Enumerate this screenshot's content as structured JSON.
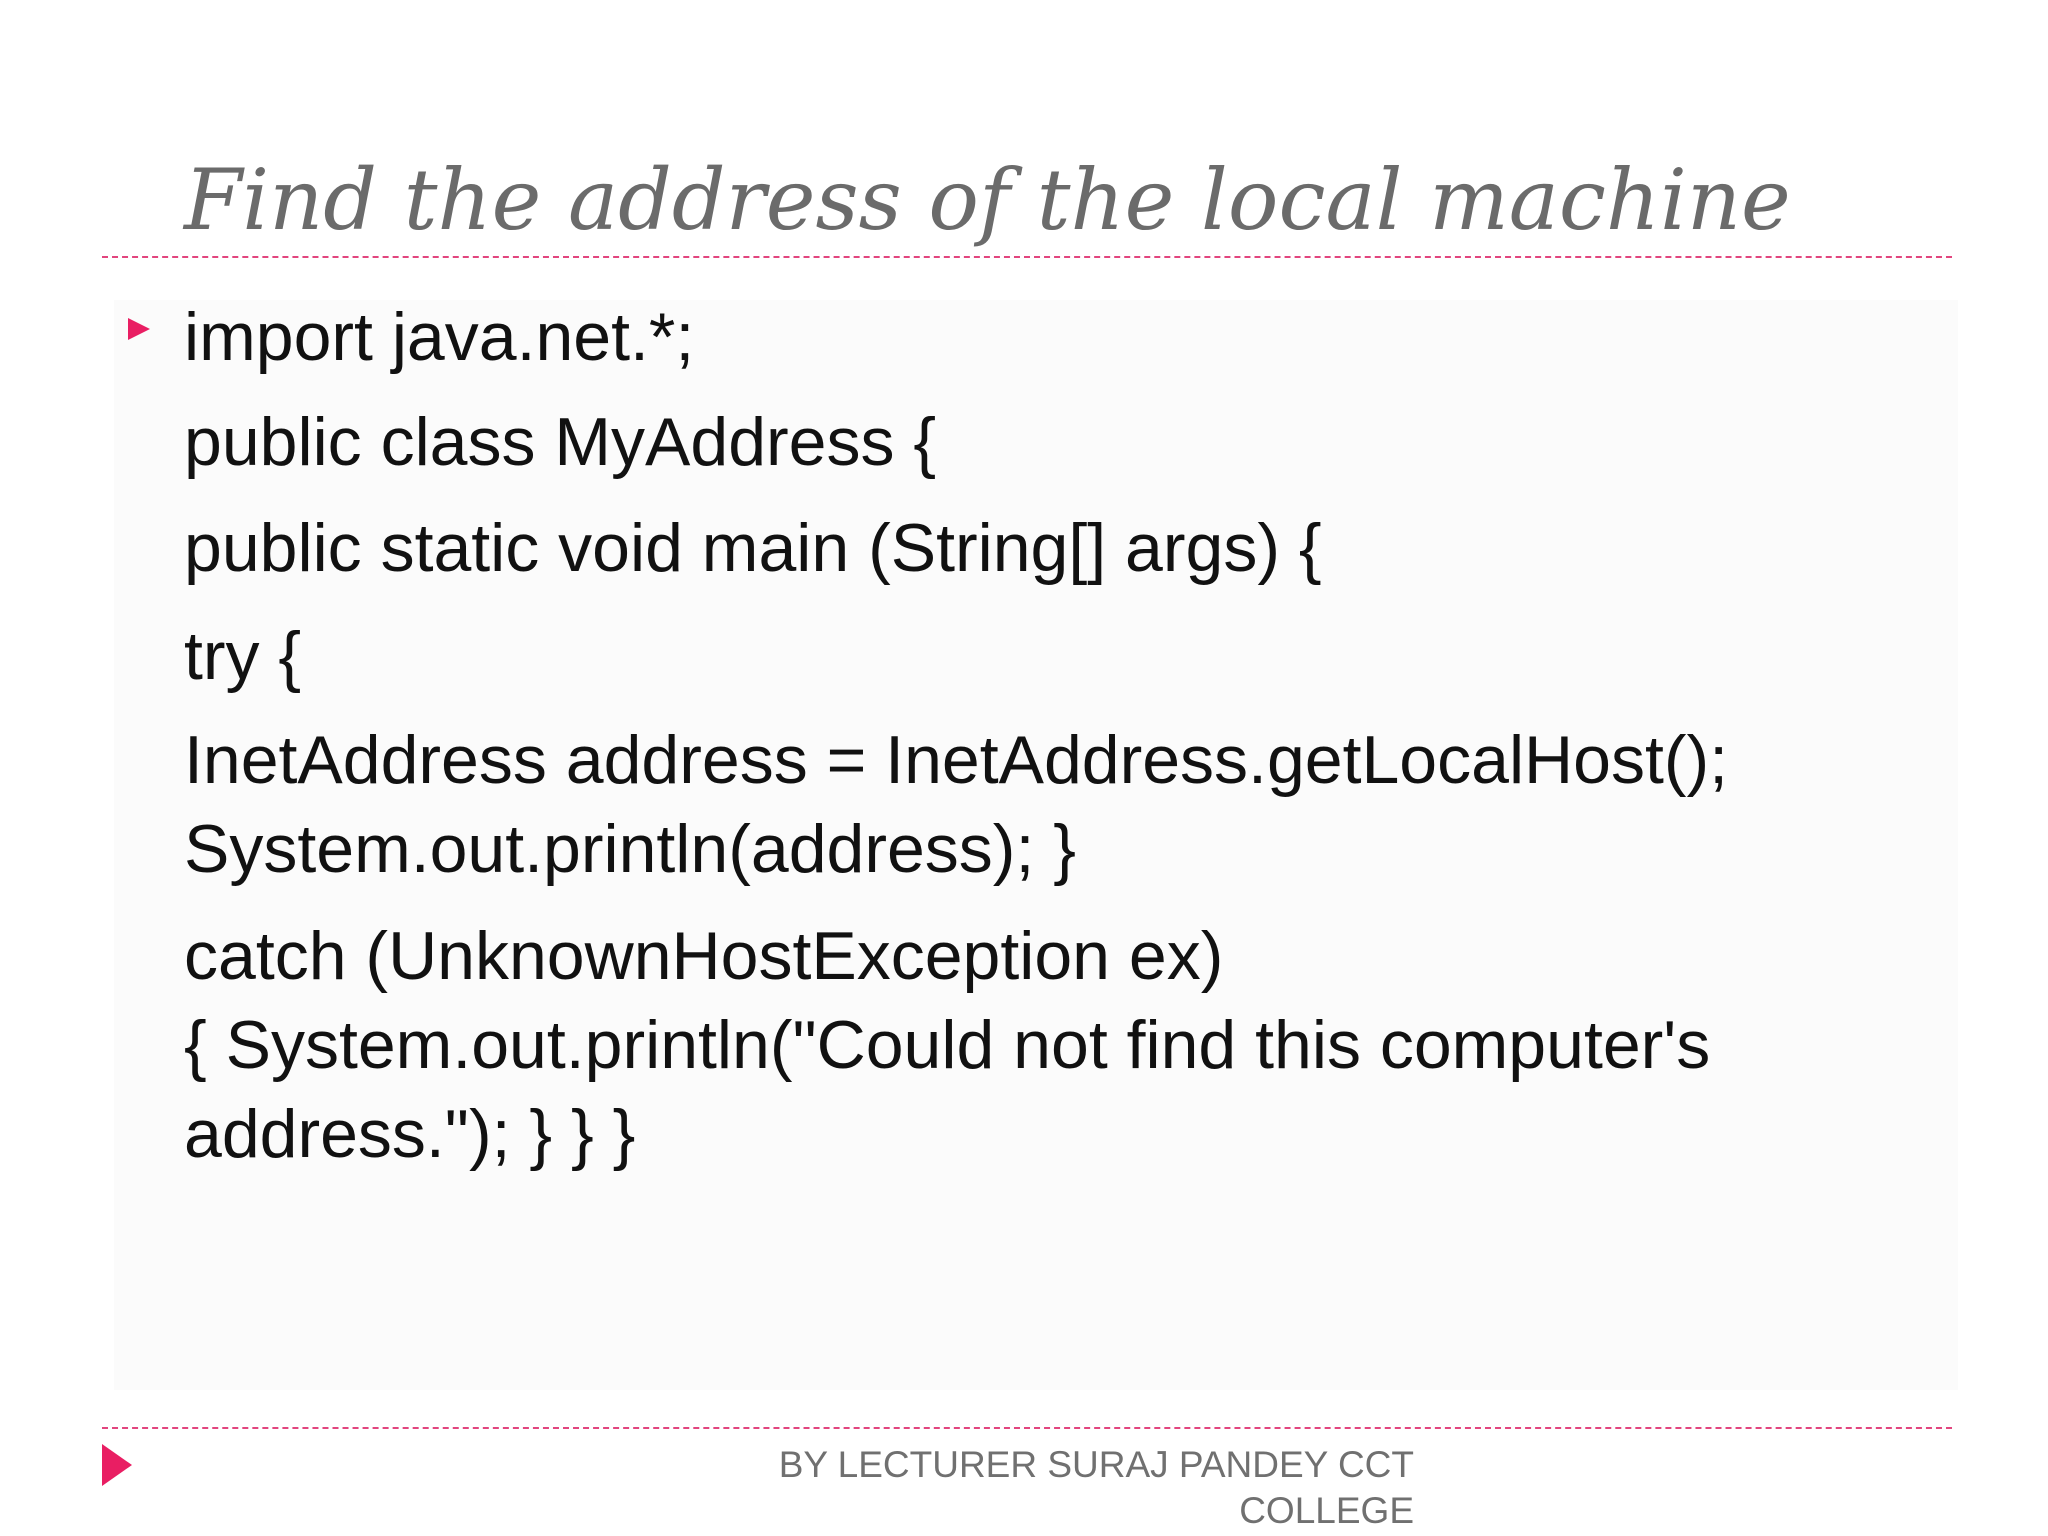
{
  "slide": {
    "title": "Find the address of the local machine",
    "code_lines": [
      "import java.net.*;",
      "public class MyAddress {",
      " public static void main (String[] args) {",
      "try {",
      "InetAddress address = InetAddress.getLocalHost();",
      "System.out.println(address); }",
      " catch (UnknownHostException ex)",
      "{ System.out.println(\"Could not find this computer's",
      "address.\"); } } }"
    ]
  },
  "footer": {
    "credit": "BY LECTURER SURAJ PANDEY CCT COLLEGE"
  },
  "colors": {
    "accent": "#e91e63",
    "title": "#6b6b6b",
    "body_text": "#111111",
    "footer_text": "#707070"
  },
  "icons": {
    "bullet": "triangle-bullet-icon",
    "footer": "triangle-footer-icon"
  }
}
